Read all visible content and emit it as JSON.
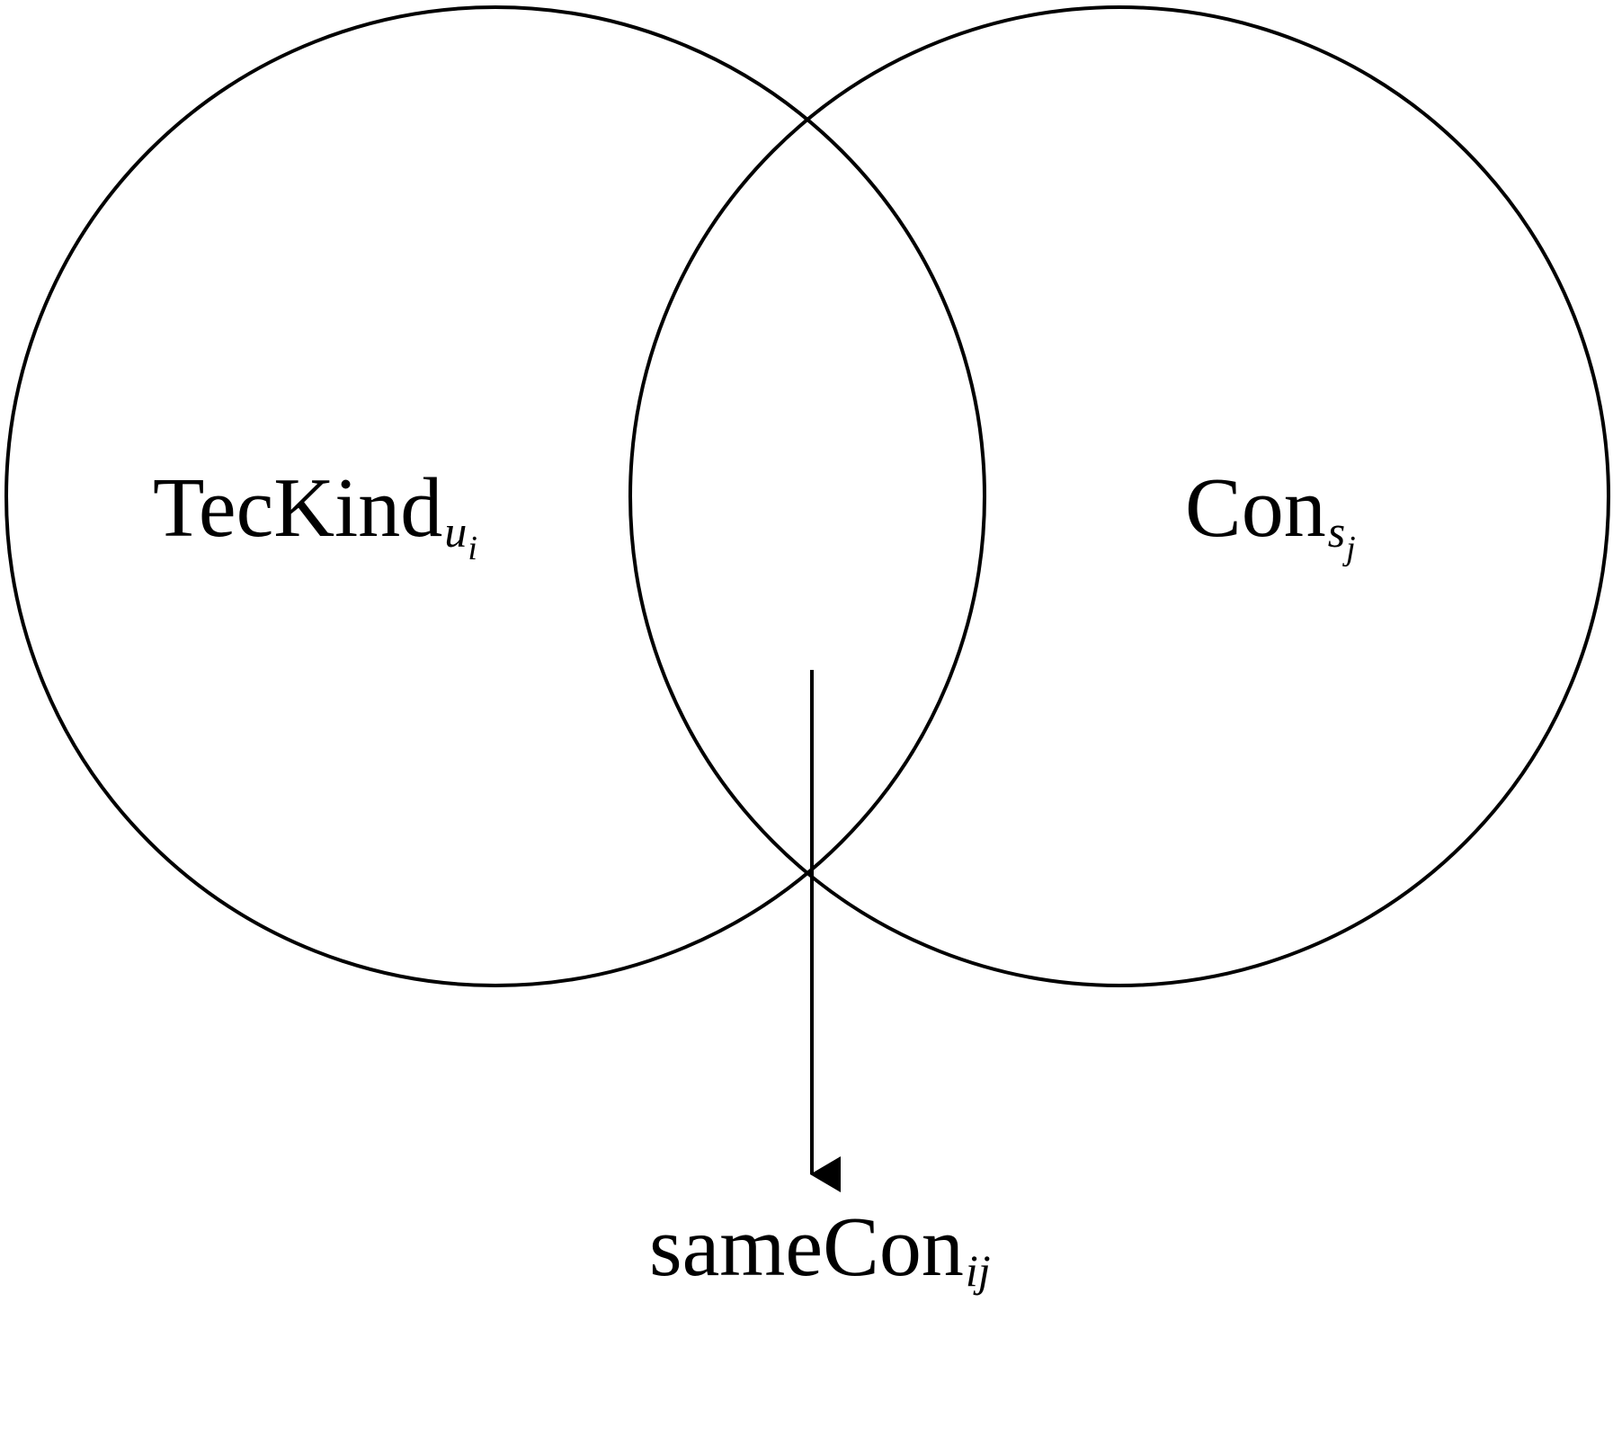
{
  "diagram": {
    "type": "venn",
    "colors": {
      "stroke": "#000000",
      "background": "#ffffff"
    },
    "left_set": {
      "label_main": "TecKind",
      "label_sub": "u",
      "label_sub2": "i"
    },
    "right_set": {
      "label_main": "Con",
      "label_sub": "s",
      "label_sub2": "j"
    },
    "intersection": {
      "label_main": "sameCon",
      "label_sub": "ij"
    }
  }
}
